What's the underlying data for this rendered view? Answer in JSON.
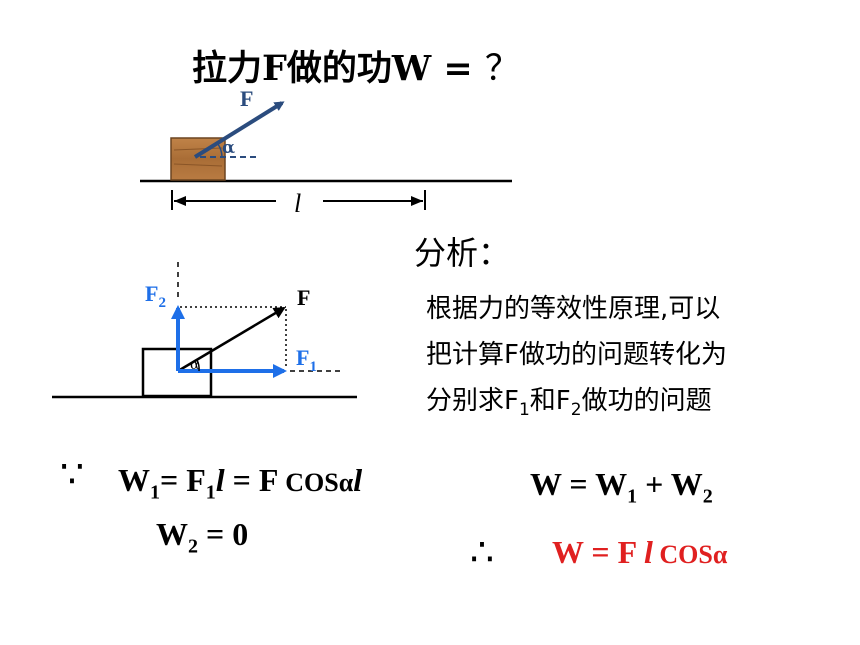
{
  "title": {
    "text": "拉力F做的功W = ",
    "qmark": "？"
  },
  "diagram1": {
    "force_label": "F",
    "angle_label": "α",
    "length_label": "l"
  },
  "diagram2": {
    "f_label": "F",
    "f1_label": "F",
    "f1_sub": "1",
    "f2_label": "F",
    "f2_sub": "2",
    "angle_label": "α",
    "blue": "#1e6fe8",
    "box_wood": "#b5773c"
  },
  "analysis": {
    "heading": "分析：",
    "line1": "根据力的等效性原理,可以",
    "line2": "把计算F做功的问题转化为",
    "line3_a": "分别求F",
    "line3_s1": "1",
    "line3_b": "和F",
    "line3_s2": "2",
    "line3_c": "做功的问题"
  },
  "equations": {
    "since": "∵",
    "w1_a": "W",
    "w1_s": "1",
    "w1_b": "= F",
    "w1_s2": "1",
    "w1_l": "l",
    "w1_c": " = F ",
    "w1_cos": "COSα",
    "w1_l2": "l",
    "w2_a": "W",
    "w2_s": "2",
    "w2_b": " = 0",
    "sum_a": "W = W",
    "sum_s1": "1",
    "sum_b": " + W",
    "sum_s2": "2",
    "therefore": "∴",
    "final_a": "W = F ",
    "final_l": "l",
    "final_cos": " COSα"
  }
}
